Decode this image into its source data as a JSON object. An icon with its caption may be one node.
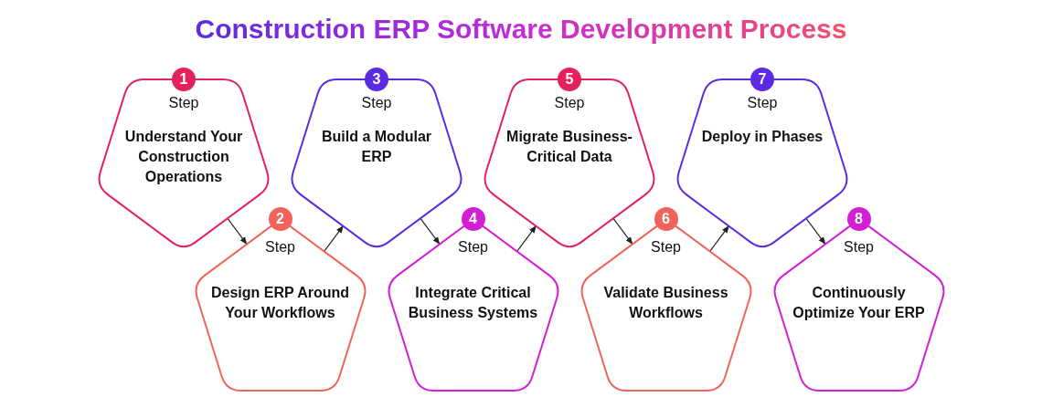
{
  "diagram": {
    "title": "Construction ERP Software Development Process",
    "nodes": [
      {
        "text": [
          "1",
          "Step",
          "Understand Your Construction Operations"
        ]
      },
      {
        "text": [
          "2",
          "Step",
          "Design ERP Around Your Workflows"
        ]
      },
      {
        "text": [
          "3",
          "Step",
          "Build a Modular ERP"
        ]
      },
      {
        "text": [
          "4",
          "Step",
          "Integrate Critical Business Systems"
        ]
      },
      {
        "text": [
          "5",
          "Step",
          "Migrate Business-Critical Data"
        ]
      },
      {
        "text": [
          "6",
          "Step",
          "Validate Business Workflows"
        ]
      },
      {
        "text": [
          "7",
          "Step",
          "Deploy in Phases"
        ]
      },
      {
        "text": [
          "8",
          "Step",
          "Continuously Optimize Your ERP"
        ]
      }
    ],
    "edges": [
      {
        "from": 0,
        "to": 1,
        "arrow": "to"
      },
      {
        "from": 1,
        "to": 2,
        "arrow": "to"
      },
      {
        "from": 2,
        "to": 3,
        "arrow": "to"
      },
      {
        "from": 3,
        "to": 4,
        "arrow": "to"
      },
      {
        "from": 4,
        "to": 5,
        "arrow": "to"
      },
      {
        "from": 5,
        "to": 6,
        "arrow": "to"
      },
      {
        "from": 6,
        "to": 7,
        "arrow": "to"
      }
    ]
  }
}
